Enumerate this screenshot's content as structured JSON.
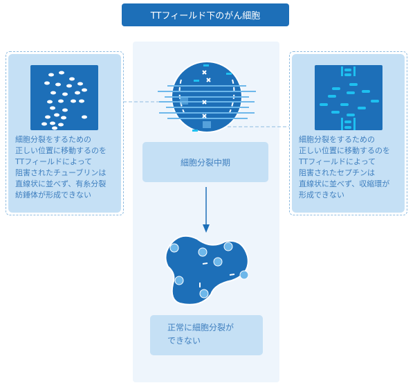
{
  "title": "TTフィールド下のがん細胞",
  "left_panel": {
    "text": "細胞分裂をするための\n正しい位置に移動するのを\nTTフィールドによって\n阻害されたチューブリンは\n直線状に並べず、有糸分裂\n紡錘体が形成できない"
  },
  "right_panel": {
    "text": "細胞分裂をするための\n正しい位置に移動するのを\nTTフィールドによって\n阻害されたセプチンは\n直線状に並べず、収縮環が\n形成できない"
  },
  "center": {
    "stage_label": "細胞分裂中期",
    "result_label": "正常に細胞分裂が\nできない"
  },
  "colors": {
    "primary": "#1d6fb8",
    "light": "#c5e0f5",
    "panel": "#eef5fc",
    "text": "#3f7fbf"
  }
}
